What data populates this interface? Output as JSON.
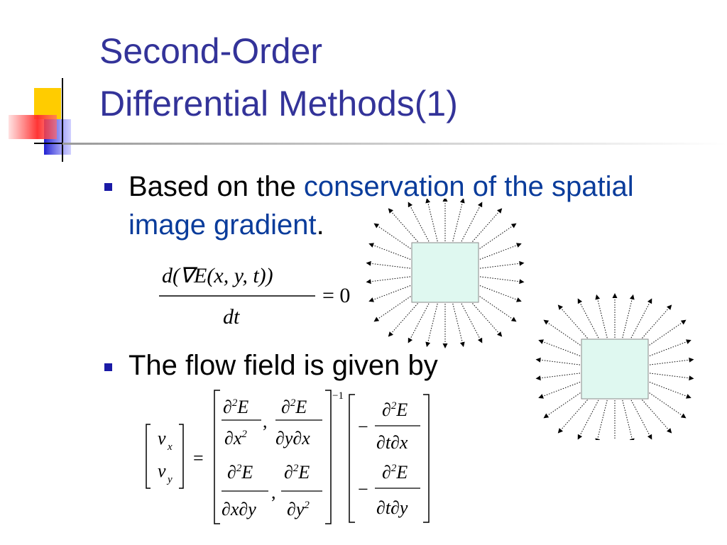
{
  "title": {
    "line1": "Second-Order",
    "line2": "Differential Methods(1)"
  },
  "bullets": [
    {
      "before": "Based on the ",
      "highlight_line1": "conservation of the spatial",
      "highlight_line2": "image gradient",
      "after": "."
    },
    {
      "text": "The flow field is given by"
    }
  ],
  "equation1": {
    "numerator": "d(∇E(x, y, t))",
    "denominator": "dt",
    "rhs": "= 0"
  },
  "equation2": {
    "lhs_vector": [
      "v",
      "v"
    ],
    "lhs_subscripts": [
      "x",
      "y"
    ],
    "equals": "=",
    "matrix_exponent": "−1",
    "matrix_row1": [
      "∂²E/∂x²",
      "∂²E/∂y∂x"
    ],
    "matrix_row2": [
      "∂²E/∂x∂y",
      "∂²E/∂y²"
    ],
    "rhs_vector": [
      "−∂²E/∂t∂x",
      "−∂²E/∂t∂y"
    ]
  },
  "colors": {
    "title": "#333399",
    "highlight": "#0a3c9b",
    "bullet": "#1a1aa6",
    "square_fill": "#dff8f0"
  }
}
